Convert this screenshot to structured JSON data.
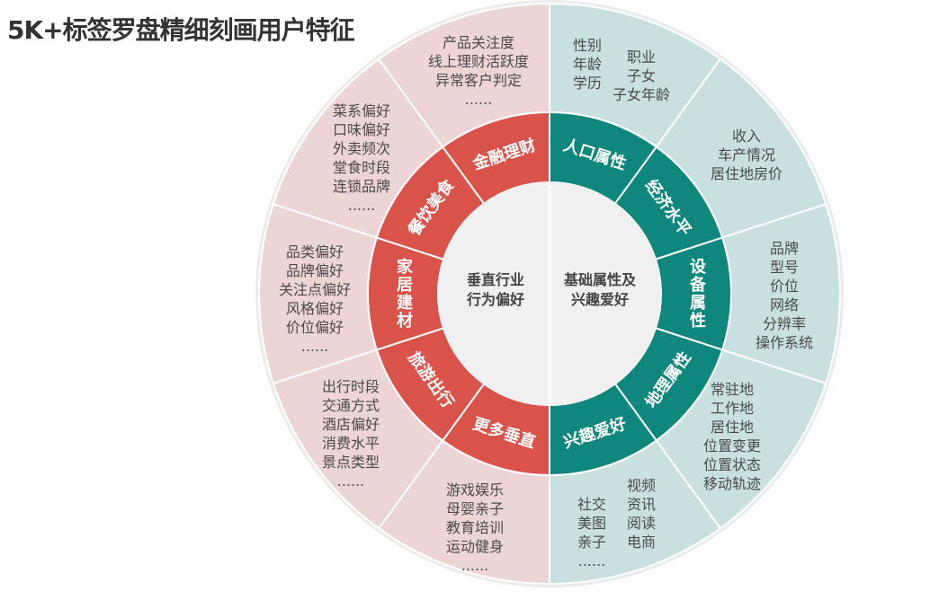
{
  "title": "5K+标签罗盘精细刻画用户特征",
  "center": {
    "left": [
      "垂直行业",
      "行为偏好"
    ],
    "right": [
      "基础属性及",
      "兴趣爱好"
    ]
  },
  "colors": {
    "left_outer": "#ecd5d4",
    "right_outer": "#c8e0df",
    "left_ring": "#d9534a",
    "right_ring": "#0f877d",
    "center": "#f0f0f0"
  },
  "sectors": [
    {
      "side": "right",
      "label": "人口属性",
      "cols": [
        [
          "性别",
          "年龄",
          "学历"
        ],
        [
          "职业",
          "子女",
          "子女年龄"
        ]
      ]
    },
    {
      "side": "right",
      "label": "经济水平",
      "cols": [
        [
          "收入",
          "车产情况",
          "居住地房价"
        ]
      ]
    },
    {
      "side": "right",
      "label": "设备属性",
      "cols": [
        [
          "品牌",
          "型号",
          "价位",
          "网络",
          "分辨率",
          "操作系统"
        ]
      ]
    },
    {
      "side": "right",
      "label": "地理属性",
      "cols": [
        [
          "常驻地",
          "工作地",
          "居住地",
          "位置变更",
          "位置状态",
          "移动轨迹"
        ]
      ]
    },
    {
      "side": "right",
      "label": "兴趣爱好",
      "cols": [
        [
          "社交",
          "美图",
          "亲子",
          "......"
        ],
        [
          "视频",
          "资讯",
          "阅读",
          "电商"
        ]
      ]
    },
    {
      "side": "left",
      "label": "更多垂直",
      "cols": [
        [
          "游戏娱乐",
          "母婴亲子",
          "教育培训",
          "运动健身",
          "......"
        ]
      ]
    },
    {
      "side": "left",
      "label": "旅游出行",
      "cols": [
        [
          "出行时段",
          "交通方式",
          "酒店偏好",
          "消费水平",
          "景点类型",
          "......"
        ]
      ]
    },
    {
      "side": "left",
      "label": "家居建材",
      "cols": [
        [
          "品类偏好",
          "品牌偏好",
          "关注点偏好",
          "风格偏好",
          "价位偏好",
          "......"
        ]
      ]
    },
    {
      "side": "left",
      "label": "餐饮美食",
      "cols": [
        [
          "菜系偏好",
          "口味偏好",
          "外卖频次",
          "堂食时段",
          "连锁品牌",
          "......"
        ]
      ]
    },
    {
      "side": "left",
      "label": "金融理财",
      "cols": [
        [
          "产品关注度",
          "线上理财活跃度",
          "异常客户判定",
          "......"
        ]
      ]
    }
  ]
}
